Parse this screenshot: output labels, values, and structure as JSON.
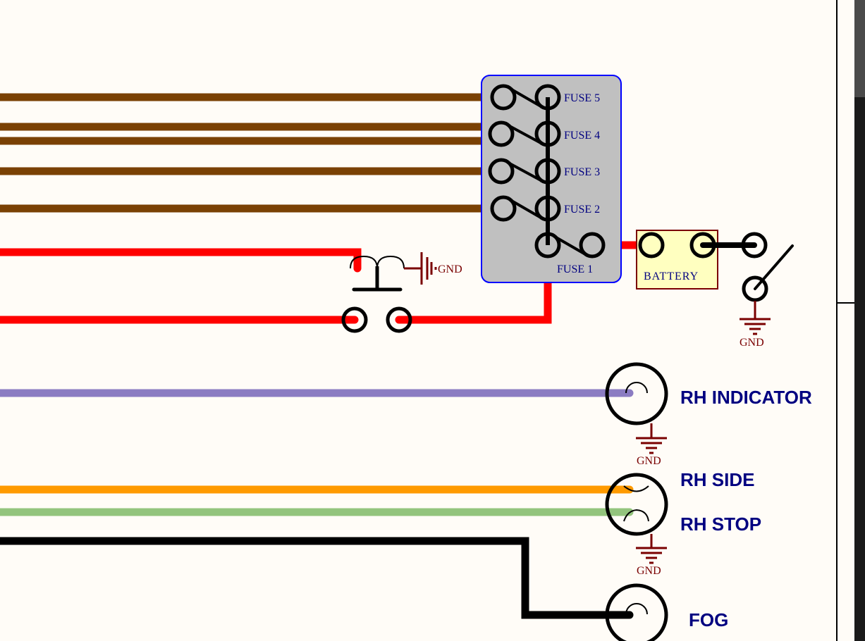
{
  "colors": {
    "background": "#fffcf7",
    "brown_wire": "#7a4104",
    "red_wire": "#ff0000",
    "purple_wire": "#8b7cc2",
    "orange_wire": "#ff9a00",
    "green_wire": "#93c47d",
    "black_wire": "#000000",
    "fuse_box_fill": "#c0c0c0",
    "fuse_box_border": "#0000ff",
    "battery_fill": "#ffffc0",
    "battery_border": "#7a0000",
    "gnd": "#7a0000",
    "label_navy": "#000080"
  },
  "fuse_box": {
    "fuses": [
      {
        "id": "fuse5",
        "label": "FUSE 5"
      },
      {
        "id": "fuse4",
        "label": "FUSE 4"
      },
      {
        "id": "fuse3",
        "label": "FUSE 3"
      },
      {
        "id": "fuse2",
        "label": "FUSE 2"
      },
      {
        "id": "fuse1",
        "label": "FUSE 1"
      }
    ]
  },
  "battery": {
    "label": "BATTERY"
  },
  "gnd_labels": {
    "relay": "GND",
    "isolator": "GND",
    "rh_indicator": "GND",
    "rh_side_stop": "GND"
  },
  "lamps": {
    "rh_indicator": "RH INDICATOR",
    "rh_side": "RH SIDE",
    "rh_stop": "RH STOP",
    "fog": "FOG"
  },
  "wires": [
    {
      "name": "brown-wire-fuse5",
      "color": "brown_wire"
    },
    {
      "name": "brown-wire-fuse4-a",
      "color": "brown_wire"
    },
    {
      "name": "brown-wire-fuse4-b",
      "color": "brown_wire"
    },
    {
      "name": "brown-wire-fuse3",
      "color": "brown_wire"
    },
    {
      "name": "brown-wire-fuse2",
      "color": "brown_wire"
    },
    {
      "name": "red-wire-relay-coil",
      "color": "red_wire"
    },
    {
      "name": "red-wire-relay-switch",
      "color": "red_wire"
    },
    {
      "name": "purple-wire-rh-indicator",
      "color": "purple_wire"
    },
    {
      "name": "orange-wire-rh-side",
      "color": "orange_wire"
    },
    {
      "name": "green-wire-rh-stop",
      "color": "green_wire"
    },
    {
      "name": "black-wire-fog",
      "color": "black_wire"
    }
  ]
}
